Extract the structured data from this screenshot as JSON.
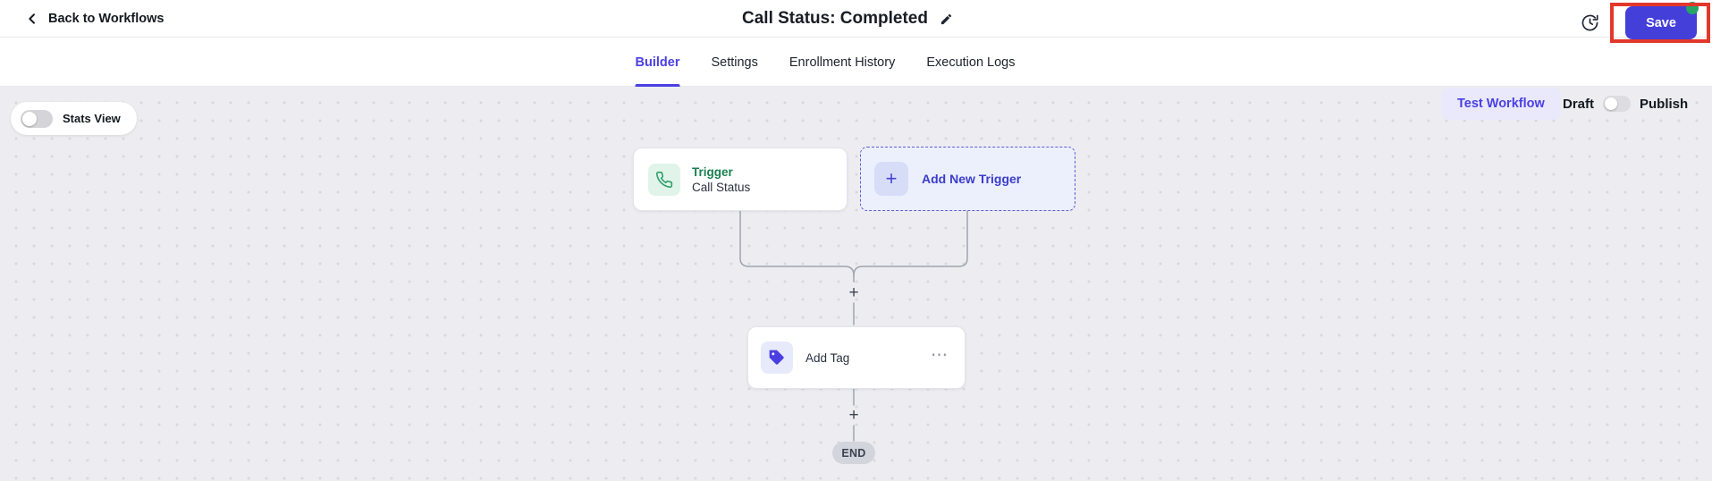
{
  "header": {
    "back_label": "Back to Workflows",
    "title": "Call Status: Completed",
    "save_label": "Save"
  },
  "tabs": [
    {
      "label": "Builder",
      "active": true
    },
    {
      "label": "Settings",
      "active": false
    },
    {
      "label": "Enrollment History",
      "active": false
    },
    {
      "label": "Execution Logs",
      "active": false
    }
  ],
  "toolbar": {
    "test_workflow_label": "Test Workflow",
    "draft_label": "Draft",
    "publish_label": "Publish",
    "publish_toggle_state": "off"
  },
  "canvas": {
    "stats_view_label": "Stats View",
    "stats_toggle_state": "off",
    "trigger_card": {
      "title": "Trigger",
      "subtitle": "Call Status"
    },
    "add_new_trigger": {
      "label": "Add New Trigger"
    },
    "action_card": {
      "label": "Add Tag"
    },
    "end_label": "END"
  },
  "symbols": {
    "plus": "+",
    "ellipsis": "⋯"
  },
  "icons": {
    "back": "chevron-left-icon",
    "edit": "pencil-icon",
    "history": "clock-history-icon",
    "trigger": "phone-icon",
    "action": "tag-icon",
    "menu": "more-options-icon"
  },
  "colors": {
    "accent_indigo": "#453fd9",
    "accent_indigo_text": "#4b40e3",
    "trigger_green": "#18804f",
    "trigger_green_icon": "#2e9e68",
    "unsaved_dot_green": "#27a567",
    "annotation_red": "#e2382c",
    "canvas_bg": "#ededf1",
    "canvas_dots": "#d7d8dd",
    "end_pill_bg": "#d2d5db"
  }
}
